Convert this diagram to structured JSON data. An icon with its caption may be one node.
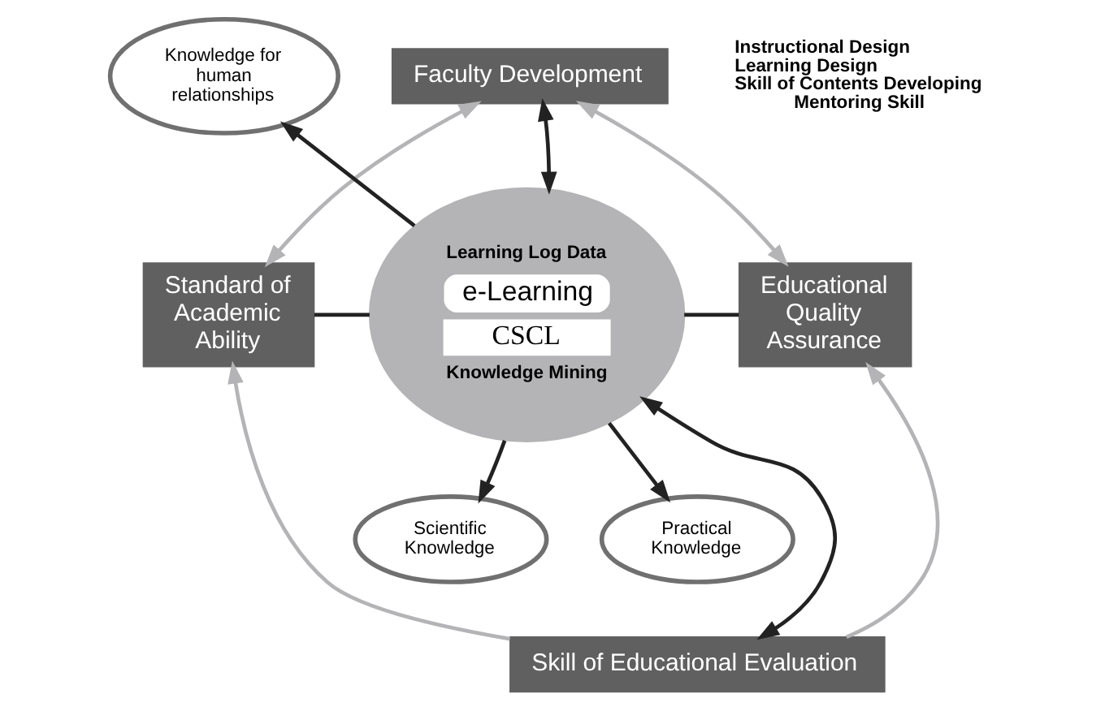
{
  "diagram": {
    "nodes": [
      {
        "text": [
          "Faculty Development"
        ]
      },
      {
        "text": [
          "Knowledge for human relationships"
        ]
      },
      {
        "text": [
          "Standard of Academic Ability"
        ]
      },
      {
        "text": [
          "Learning Log Data",
          "e-Learning",
          "CSCL",
          "Knowledge Mining"
        ]
      },
      {
        "text": [
          "Educational Quality Assurance"
        ]
      },
      {
        "text": [
          "Scientific Knowledge"
        ]
      },
      {
        "text": [
          "Practical Knowledge"
        ]
      },
      {
        "text": [
          "Skill of Educational Evaluation"
        ]
      }
    ],
    "edges": [
      {
        "from": 0,
        "to": 3,
        "arrow": "both"
      },
      {
        "from": 3,
        "to": 1,
        "arrow": "to"
      },
      {
        "from": 2,
        "to": 3,
        "arrow": "none"
      },
      {
        "from": 3,
        "to": 4,
        "arrow": "none"
      },
      {
        "from": 3,
        "to": 5,
        "arrow": "to"
      },
      {
        "from": 3,
        "to": 6,
        "arrow": "to"
      },
      {
        "from": 3,
        "to": 7,
        "arrow": "both"
      },
      {
        "from": 0,
        "to": 2,
        "arrow": "both",
        "color": "#b4b4b6"
      },
      {
        "from": 0,
        "to": 4,
        "arrow": "both",
        "color": "#b4b4b6"
      },
      {
        "from": 7,
        "to": 2,
        "arrow": "to",
        "color": "#b4b4b6"
      },
      {
        "from": 7,
        "to": 4,
        "arrow": "to",
        "color": "#b4b4b6"
      }
    ],
    "labels": [
      "Instructional Design",
      "Learning Design",
      "Skill of Contents Developing",
      "Mentoring Skill"
    ]
  }
}
